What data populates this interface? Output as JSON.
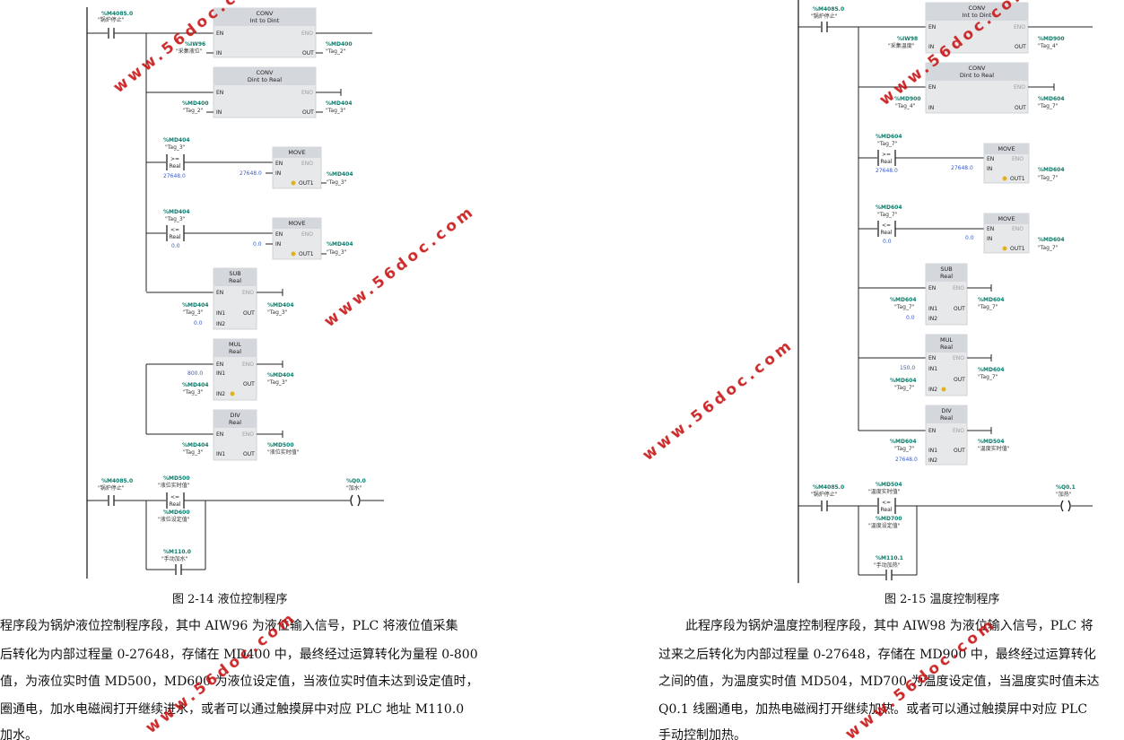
{
  "left": {
    "caption": "图 2-14  液位控制程序",
    "blocks": [
      {
        "l1": "CONV",
        "l2": "Int to Dint"
      },
      {
        "l1": "CONV",
        "l2": "Dint to Real"
      },
      {
        "l1": "MOVE",
        "l2": ""
      },
      {
        "l1": "MOVE",
        "l2": ""
      },
      {
        "l1": "SUB",
        "l2": "Real"
      },
      {
        "l1": "MUL",
        "l2": "Real"
      },
      {
        "l1": "DIV",
        "l2": "Real"
      }
    ],
    "addr": {
      "m40850": "%M4085.0",
      "m40850_tag": "\"锅炉停止\"",
      "iw": "%IW96",
      "iw_tag": "\"采集液位\"",
      "md400": "%MD400",
      "tag2": "\"Tag_2\"",
      "md404": "%MD404",
      "tag3": "\"Tag_3\"",
      "md500": "%MD500",
      "md500_tag": "\"液位实时值\"",
      "md600": "%MD600",
      "md600_tag": "\"液位设定值\"",
      "m1100": "%M110.0",
      "m1100_tag": "\"手动加水\"",
      "q00": "%Q0.0",
      "q00_tag": "\"加水\""
    },
    "consts": {
      "c1": "27648.0",
      "c2": "0.0",
      "c3": "800.0"
    },
    "paragraph": [
      "程序段为锅炉液位控制程序段，其中 AIW96 为液位输入信号，PLC 将液位值采集",
      "后转化为内部过程量 0-27648，存储在 MD400 中，最终经过运算转化为量程 0-800",
      "值，为液位实时值 MD500，MD600 为液位设定值，当液位实时值未达到设定值时，",
      "圈通电，加水电磁阀打开继续进水，或者可以通过触摸屏中对应 PLC 地址 M110.0",
      "加水。"
    ]
  },
  "right": {
    "caption": "图 2-15  温度控制程序",
    "blocks": [
      {
        "l1": "CONV",
        "l2": "Int to Dint"
      },
      {
        "l1": "CONV",
        "l2": "Dint to Real"
      },
      {
        "l1": "MOVE",
        "l2": ""
      },
      {
        "l1": "MOVE",
        "l2": ""
      },
      {
        "l1": "SUB",
        "l2": "Real"
      },
      {
        "l1": "MUL",
        "l2": "Real"
      },
      {
        "l1": "DIV",
        "l2": "Real"
      }
    ],
    "addr": {
      "m40850": "%M4085.0",
      "m40850_tag": "\"锅炉停止\"",
      "iw": "%IW98",
      "iw_tag": "\"采集温度\"",
      "md900": "%MD900",
      "tag4": "\"Tag_4\"",
      "md604": "%MD604",
      "tag7": "\"Tag_7\"",
      "md504": "%MD504",
      "md504_tag": "\"温度实时值\"",
      "md700": "%MD700",
      "md700_tag": "\"温度设定值\"",
      "m1101": "%M110.1",
      "m1101_tag": "\"手动加热\"",
      "q01": "%Q0.1",
      "q01_tag": "\"加热\""
    },
    "consts": {
      "c1": "27648.0",
      "c2": "0.0",
      "c3": "150.0"
    },
    "paragraph": [
      "此程序段为锅炉温度控制程序段，其中 AIW98 为液位输入信号，PLC 将",
      "过来之后转化为内部过程量 0-27648，存储在 MD900 中，最终经过运算转化",
      "之间的值，为温度实时值 MD504，MD700 为温度设定值，当温度实时值未达",
      "Q0.1 线圈通电，加热电磁阀打开继续加热。或者可以通过触摸屏中对应 PLC",
      "手动控制加热。"
    ]
  },
  "pins": {
    "en": "EN",
    "eno": "ENO",
    "in": "IN",
    "out": "OUT",
    "out1": "OUT1",
    "in1": "IN1",
    "in2": "IN2",
    "cmp_ge": ">=",
    "cmp_le": "<=",
    "real": "Real"
  },
  "watermark": "www.56doc.com"
}
